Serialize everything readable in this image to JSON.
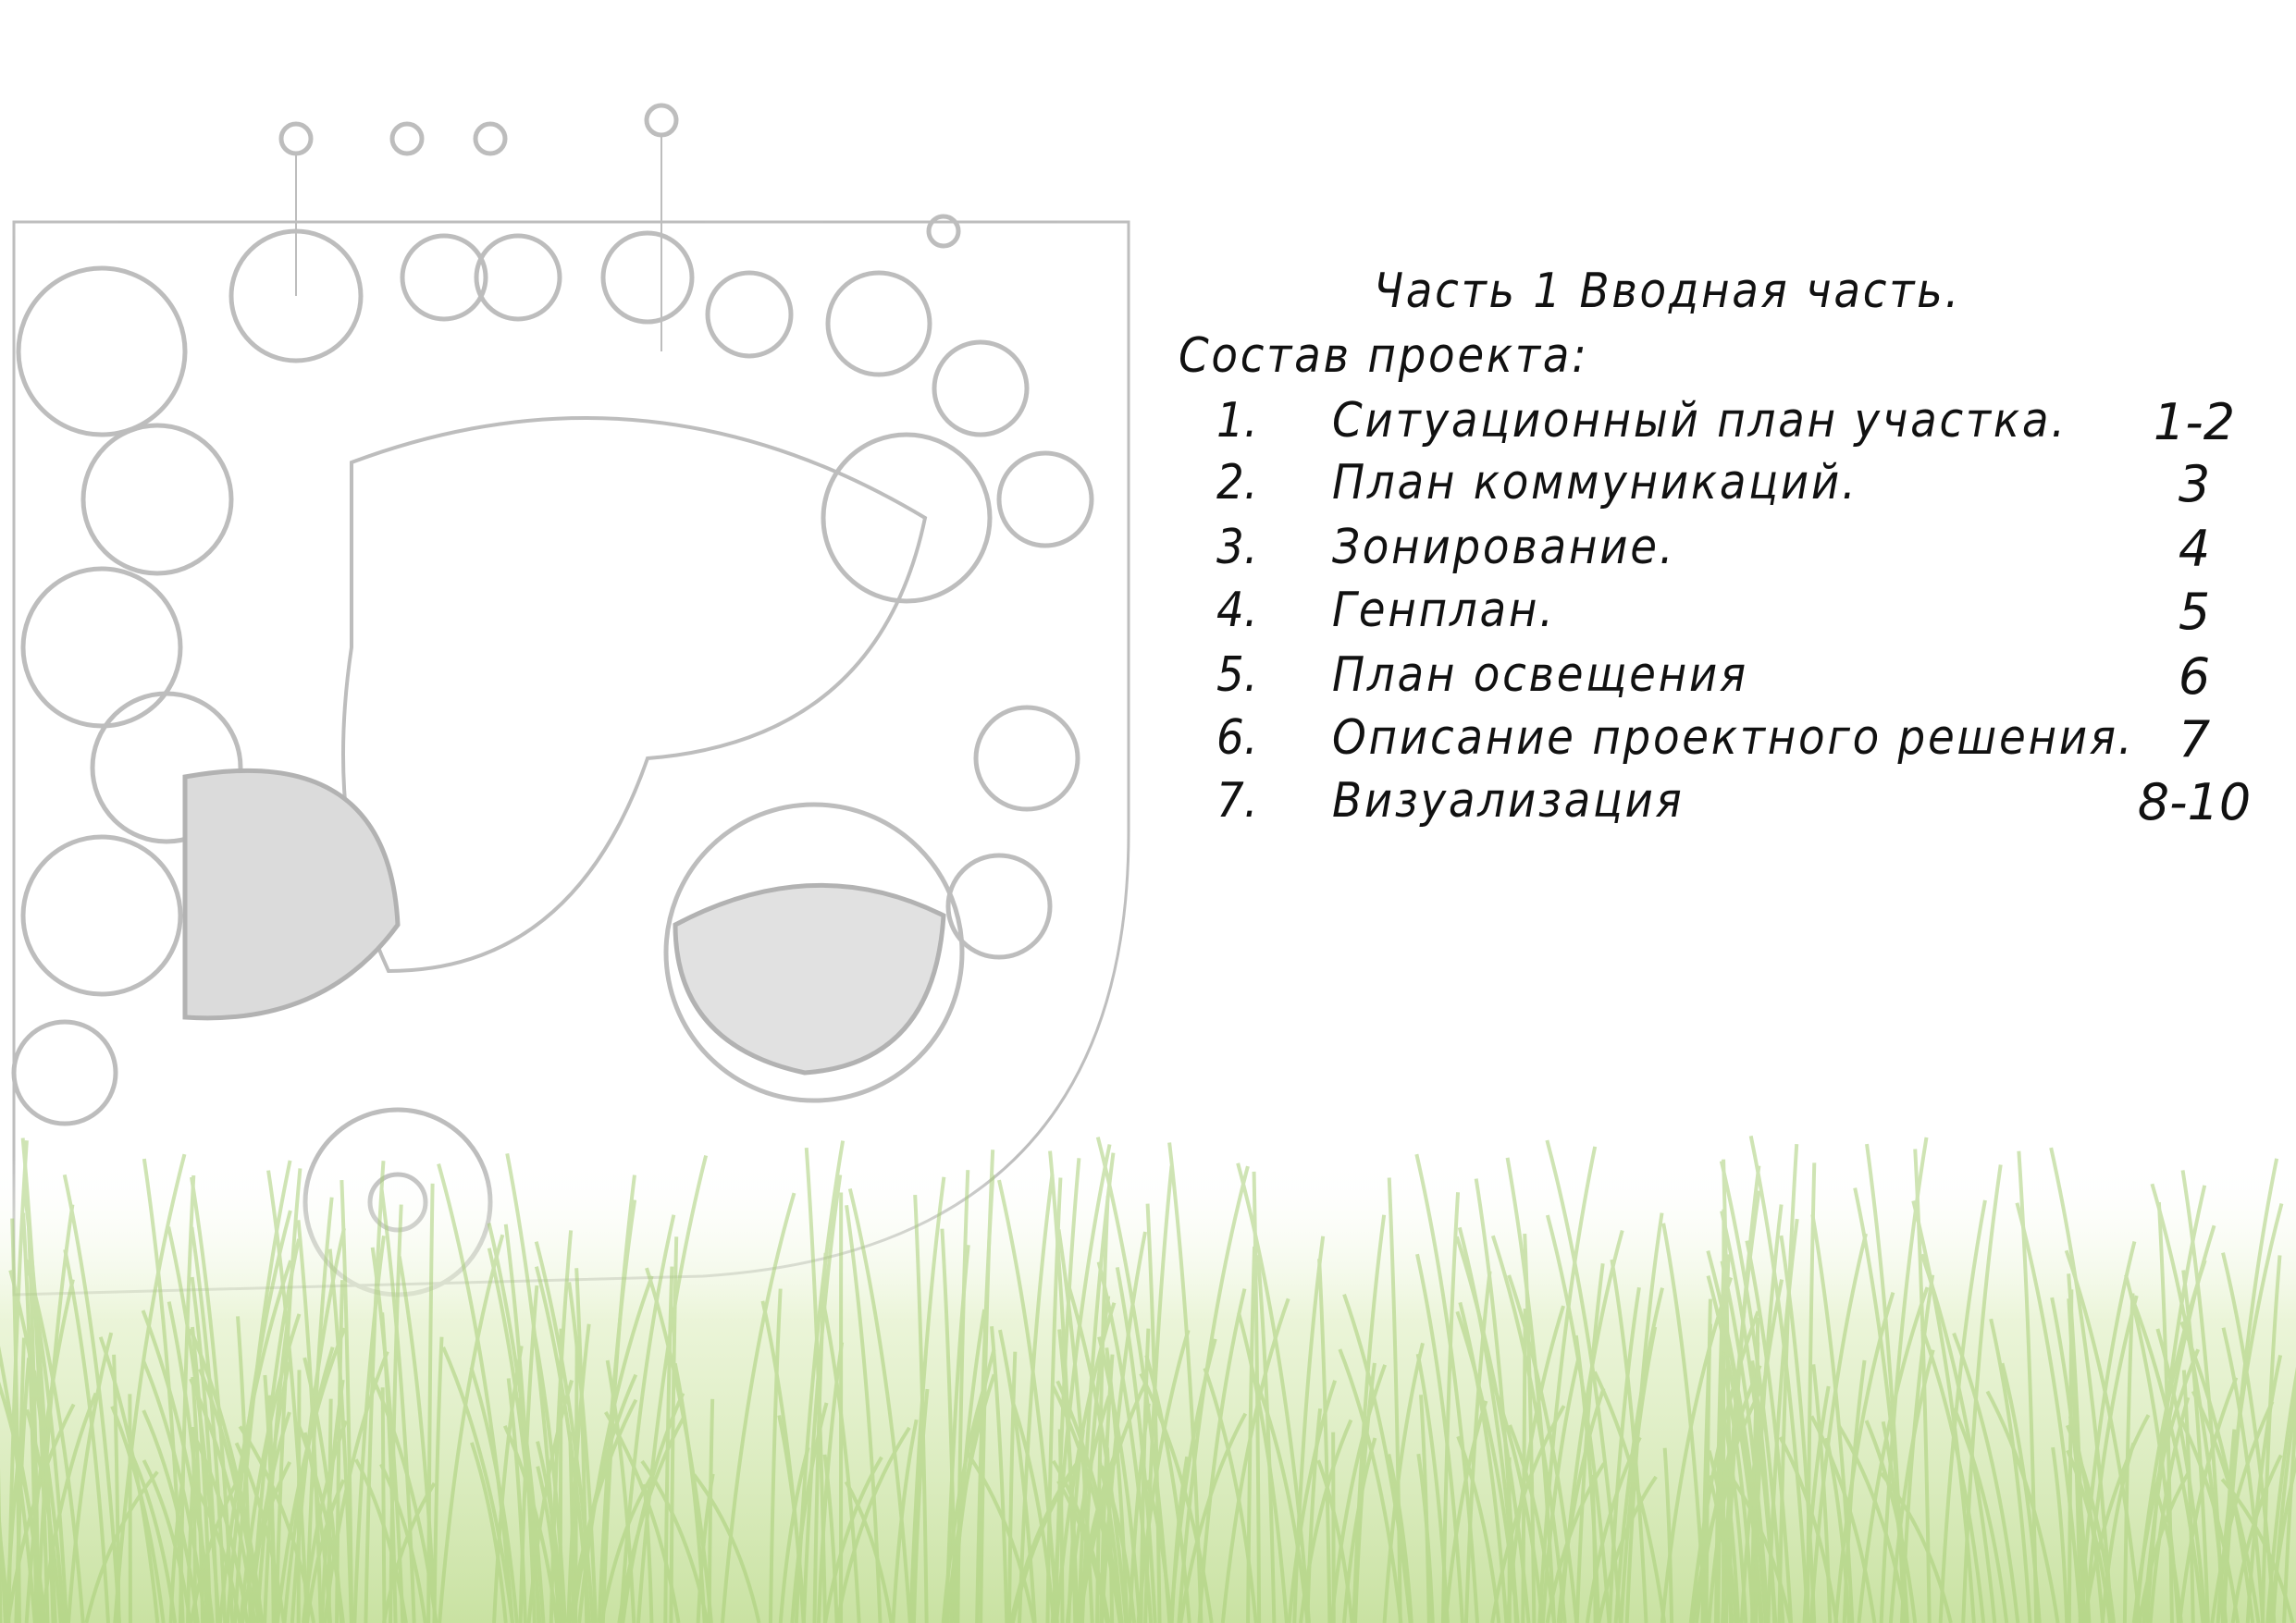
{
  "heading": "Часть 1 Вводная часть.",
  "subheading": "Состав проекта:",
  "contents": [
    {
      "num": "1.",
      "label": "Ситуационный план участка.",
      "pages": "1-2"
    },
    {
      "num": "2.",
      "label": "План коммуникаций.",
      "pages": "3"
    },
    {
      "num": "3.",
      "label": "Зонирование.",
      "pages": "4"
    },
    {
      "num": "4.",
      "label": "Генплан.",
      "pages": "5"
    },
    {
      "num": "5.",
      "label": "План освещения",
      "pages": "6"
    },
    {
      "num": "6.",
      "label": "Описание проектного решения.",
      "pages": "7"
    },
    {
      "num": "7.",
      "label": "Визуализация",
      "pages": "8-10"
    }
  ],
  "colors": {
    "sketch": "#9a9a9a",
    "grass_light": "#e4f0c8",
    "grass_dark": "#9cc46a"
  }
}
